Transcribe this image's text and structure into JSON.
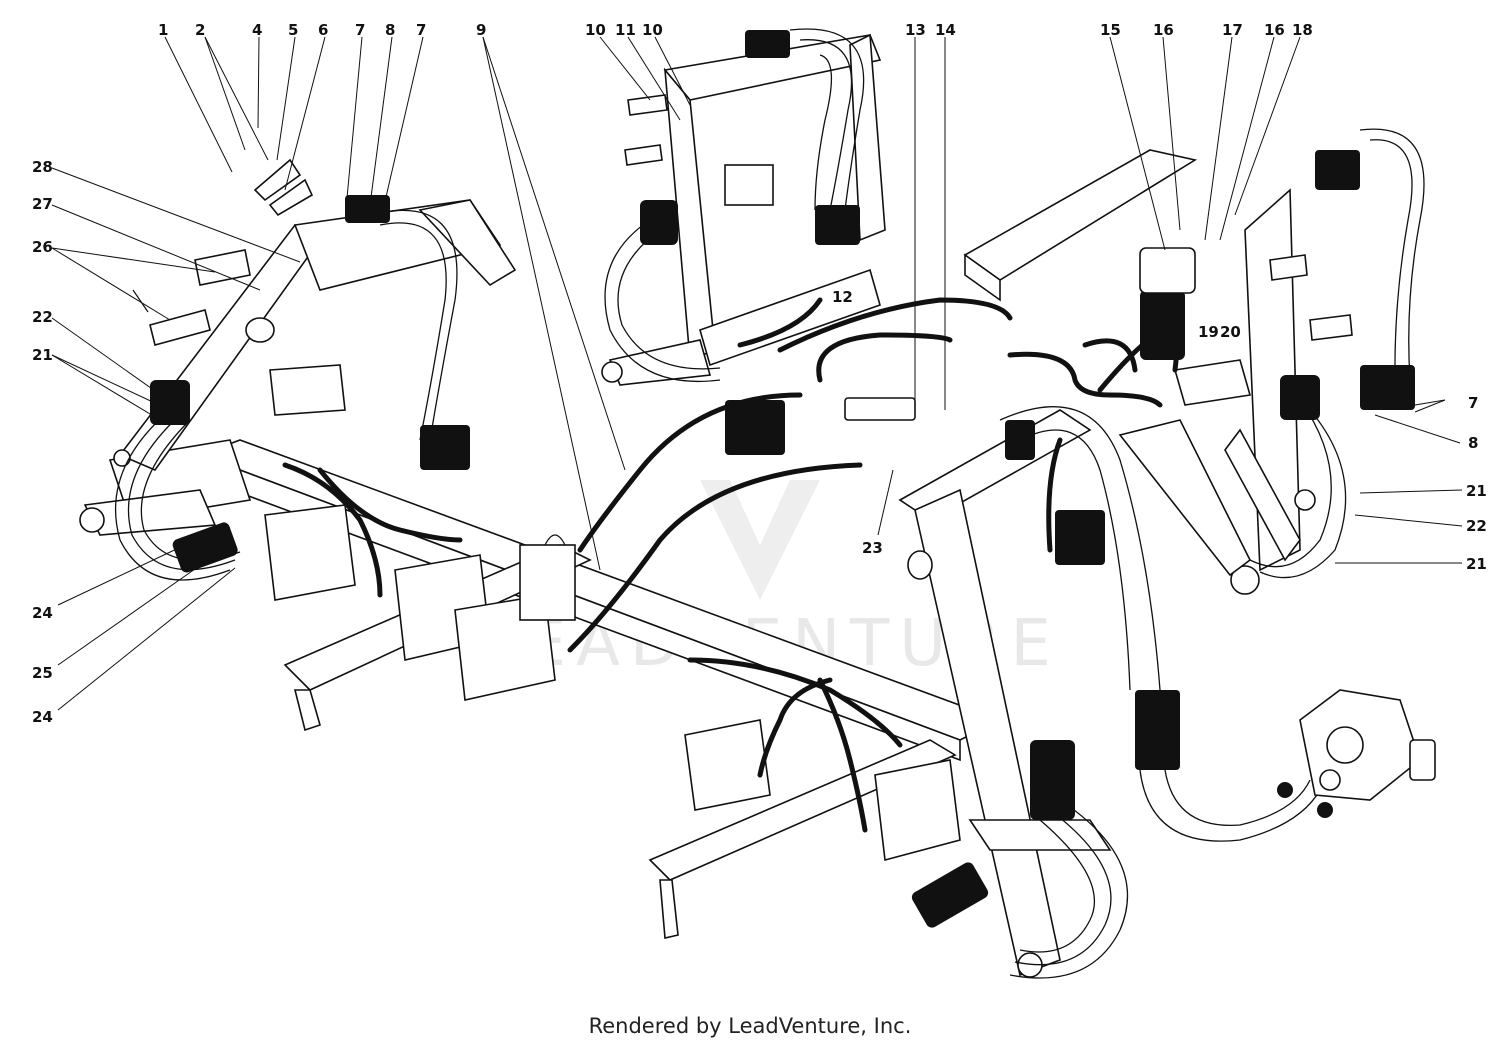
{
  "watermark": "LEADVENTURE",
  "credit": "Rendered by LeadVenture, Inc.",
  "callouts": [
    "1",
    "2",
    "4",
    "5",
    "6",
    "7",
    "8",
    "7",
    "9",
    "10",
    "11",
    "10",
    "13",
    "14",
    "15",
    "16",
    "17",
    "16",
    "18",
    "28",
    "27",
    "26",
    "22",
    "21",
    "12",
    "19",
    "20",
    "7",
    "8",
    "21",
    "22",
    "21",
    "23",
    "24",
    "25",
    "24"
  ]
}
